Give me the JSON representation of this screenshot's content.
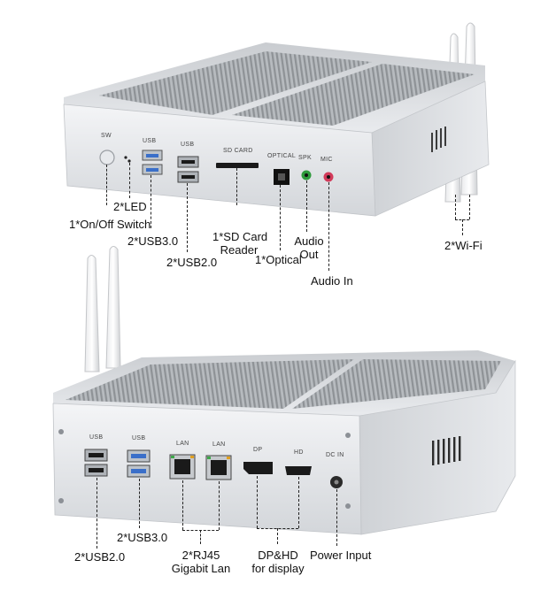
{
  "top_unit": {
    "port_labels": {
      "sw": "SW",
      "usb1": "USB",
      "usb2": "USB",
      "sd": "SD CARD",
      "optical": "OPTICAL",
      "spk": "SPK",
      "mic": "MIC"
    },
    "callouts": {
      "led": "2*LED",
      "switch": "1*On/Off Switch",
      "usb30": "2*USB3.0",
      "usb20": "2*USB2.0",
      "sd_line1": "1*SD Card",
      "sd_line2": "Reader",
      "optical": "1*Optical",
      "audio_out_line1": "Audio",
      "audio_out_line2": "Out",
      "audio_in": "Audio In",
      "wifi": "2*Wi-Fi"
    }
  },
  "bottom_unit": {
    "port_labels": {
      "usb1": "USB",
      "usb2": "USB",
      "lan1": "LAN",
      "lan2": "LAN",
      "dp": "DP",
      "hd": "HD",
      "dcin": "DC IN"
    },
    "callouts": {
      "usb20": "2*USB2.0",
      "usb30": "2*USB3.0",
      "rj45_line1": "2*RJ45",
      "rj45_line2": "Gigabit Lan",
      "display_line1": "DP&HD",
      "display_line2": "for display",
      "power": "Power Input"
    }
  },
  "colors": {
    "chassis": "#e4e6e9",
    "fins": "#9ea2a6",
    "usb3_blue": "#3a6fc9",
    "port_black": "#1a1a1a"
  }
}
